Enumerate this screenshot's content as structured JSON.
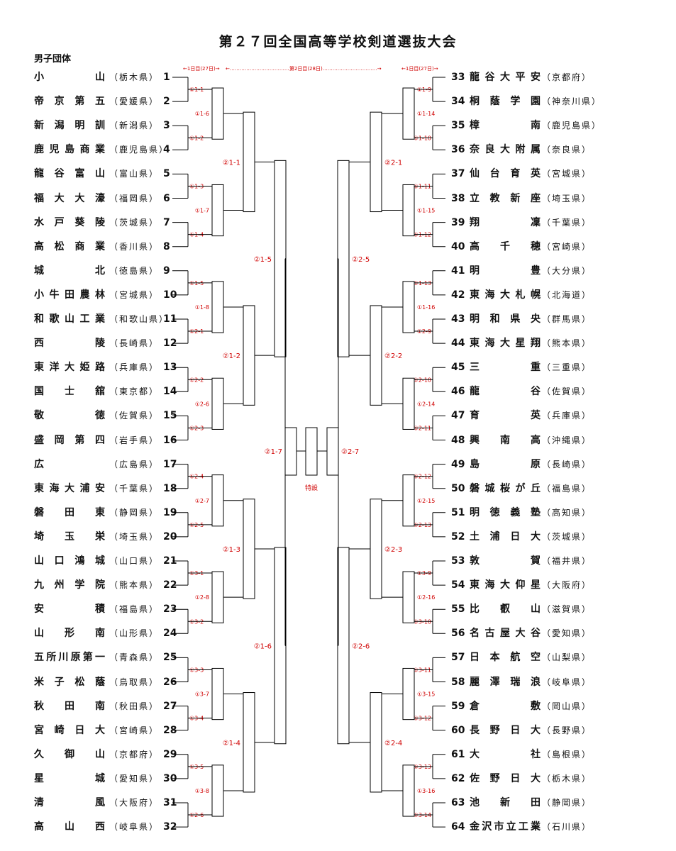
{
  "title": "第２７回全国高等学校剣道選抜大会",
  "category": "男子団体",
  "day_labels": {
    "left": "←1日目(27日)→",
    "center": "←………………………………第2日目(28日)……………………………→",
    "right": "←1日目(27日)→"
  },
  "special_label": "特設",
  "left_teams": [
    {
      "num": "1",
      "name": "小山",
      "pref": "（栃木県）"
    },
    {
      "num": "2",
      "name": "帝京第五",
      "pref": "（愛媛県）"
    },
    {
      "num": "3",
      "name": "新潟明訓",
      "pref": "（新潟県）"
    },
    {
      "num": "4",
      "name": "鹿児島商業",
      "pref": "（鹿児島県）"
    },
    {
      "num": "5",
      "name": "龍谷富山",
      "pref": "（富山県）"
    },
    {
      "num": "6",
      "name": "福大大濠",
      "pref": "（福岡県）"
    },
    {
      "num": "7",
      "name": "水戸葵陵",
      "pref": "（茨城県）"
    },
    {
      "num": "8",
      "name": "高松商業",
      "pref": "（香川県）"
    },
    {
      "num": "9",
      "name": "城北",
      "pref": "（徳島県）"
    },
    {
      "num": "10",
      "name": "小牛田農林",
      "pref": "（宮城県）"
    },
    {
      "num": "11",
      "name": "和歌山工業",
      "pref": "（和歌山県）"
    },
    {
      "num": "12",
      "name": "西陵",
      "pref": "（長崎県）"
    },
    {
      "num": "13",
      "name": "東洋大姫路",
      "pref": "（兵庫県）"
    },
    {
      "num": "14",
      "name": "国士舘",
      "pref": "（東京都）"
    },
    {
      "num": "15",
      "name": "敬徳",
      "pref": "（佐賀県）"
    },
    {
      "num": "16",
      "name": "盛岡第四",
      "pref": "（岩手県）"
    },
    {
      "num": "17",
      "name": "広",
      "pref": "（広島県）"
    },
    {
      "num": "18",
      "name": "東海大浦安",
      "pref": "（千葉県）"
    },
    {
      "num": "19",
      "name": "磐田東",
      "pref": "（静岡県）"
    },
    {
      "num": "20",
      "name": "埼玉栄",
      "pref": "（埼玉県）"
    },
    {
      "num": "21",
      "name": "山口鴻城",
      "pref": "（山口県）"
    },
    {
      "num": "22",
      "name": "九州学院",
      "pref": "（熊本県）"
    },
    {
      "num": "23",
      "name": "安積",
      "pref": "（福島県）"
    },
    {
      "num": "24",
      "name": "山形南",
      "pref": "（山形県）"
    },
    {
      "num": "25",
      "name": "五所川原第一",
      "pref": "（青森県）"
    },
    {
      "num": "26",
      "name": "米子松蔭",
      "pref": "（鳥取県）"
    },
    {
      "num": "27",
      "name": "秋田南",
      "pref": "（秋田県）"
    },
    {
      "num": "28",
      "name": "宮崎日大",
      "pref": "（宮崎県）"
    },
    {
      "num": "29",
      "name": "久御山",
      "pref": "（京都府）"
    },
    {
      "num": "30",
      "name": "星城",
      "pref": "（愛知県）"
    },
    {
      "num": "31",
      "name": "清風",
      "pref": "（大阪府）"
    },
    {
      "num": "32",
      "name": "高山西",
      "pref": "（岐阜県）"
    }
  ],
  "right_teams": [
    {
      "num": "33",
      "name": "龍谷大平安",
      "pref": "（京都府）"
    },
    {
      "num": "34",
      "name": "桐蔭学園",
      "pref": "（神奈川県）"
    },
    {
      "num": "35",
      "name": "樟南",
      "pref": "（鹿児島県）"
    },
    {
      "num": "36",
      "name": "奈良大附属",
      "pref": "（奈良県）"
    },
    {
      "num": "37",
      "name": "仙台育英",
      "pref": "（宮城県）"
    },
    {
      "num": "38",
      "name": "立教新座",
      "pref": "（埼玉県）"
    },
    {
      "num": "39",
      "name": "翔凜",
      "pref": "（千葉県）"
    },
    {
      "num": "40",
      "name": "高千穂",
      "pref": "（宮崎県）"
    },
    {
      "num": "41",
      "name": "明豊",
      "pref": "（大分県）"
    },
    {
      "num": "42",
      "name": "東海大札幌",
      "pref": "（北海道）"
    },
    {
      "num": "43",
      "name": "明和県央",
      "pref": "（群馬県）"
    },
    {
      "num": "44",
      "name": "東海大星翔",
      "pref": "（熊本県）"
    },
    {
      "num": "45",
      "name": "三重",
      "pref": "（三重県）"
    },
    {
      "num": "46",
      "name": "龍谷",
      "pref": "（佐賀県）"
    },
    {
      "num": "47",
      "name": "育英",
      "pref": "（兵庫県）"
    },
    {
      "num": "48",
      "name": "興南高",
      "pref": "（沖縄県）"
    },
    {
      "num": "49",
      "name": "島原",
      "pref": "（長崎県）"
    },
    {
      "num": "50",
      "name": "磐城桜が丘",
      "pref": "（福島県）"
    },
    {
      "num": "51",
      "name": "明徳義塾",
      "pref": "（高知県）"
    },
    {
      "num": "52",
      "name": "土浦日大",
      "pref": "（茨城県）"
    },
    {
      "num": "53",
      "name": "敦賀",
      "pref": "（福井県）"
    },
    {
      "num": "54",
      "name": "東海大仰星",
      "pref": "（大阪府）"
    },
    {
      "num": "55",
      "name": "比叡山",
      "pref": "（滋賀県）"
    },
    {
      "num": "56",
      "name": "名古屋大谷",
      "pref": "（愛知県）"
    },
    {
      "num": "57",
      "name": "日本航空",
      "pref": "（山梨県）"
    },
    {
      "num": "58",
      "name": "麗澤瑞浪",
      "pref": "（岐阜県）"
    },
    {
      "num": "59",
      "name": "倉敷",
      "pref": "（岡山県）"
    },
    {
      "num": "60",
      "name": "長野日大",
      "pref": "（長野県）"
    },
    {
      "num": "61",
      "name": "大社",
      "pref": "（島根県）"
    },
    {
      "num": "62",
      "name": "佐野日大",
      "pref": "（栃木県）"
    },
    {
      "num": "63",
      "name": "池新田",
      "pref": "（静岡県）"
    },
    {
      "num": "64",
      "name": "金沢市立工業",
      "pref": "（石川県）"
    }
  ],
  "left_r1_labels": [
    "①1-1",
    "①1-2",
    "①1-3",
    "①1-4",
    "①1-5",
    "①2-1",
    "①2-2",
    "①2-3",
    "①2-4",
    "①2-5",
    "①3-1",
    "①3-2",
    "①3-3",
    "①3-4",
    "①3-5",
    "①2-6"
  ],
  "left_r2_labels": [
    "①1-6",
    "①1-7",
    "①1-8",
    "①2-6",
    "①2-7",
    "①2-8",
    "①3-7",
    "①3-8"
  ],
  "left_r3_labels": [
    "②1-1",
    "②1-2",
    "②1-3",
    "②1-4"
  ],
  "left_r4_labels": [
    "②1-5",
    "②1-6"
  ],
  "left_final_label": "②1-7",
  "right_r1_labels": [
    "①1-9",
    "①1-10",
    "①1-11",
    "①1-12",
    "①1-13",
    "①2-9",
    "①2-10",
    "①2-11",
    "①2-12",
    "①2-13",
    "①3-9",
    "①3-10",
    "①3-11",
    "①3-12",
    "①3-13",
    "①3-14"
  ],
  "right_r2_labels": [
    "①1-14",
    "①1-15",
    "①1-16",
    "①2-14",
    "①2-15",
    "①2-16",
    "①3-15",
    "①3-16"
  ],
  "right_r3_labels": [
    "②2-1",
    "②2-2",
    "②2-3",
    "②2-4"
  ],
  "right_r4_labels": [
    "②2-5",
    "②2-6"
  ],
  "right_final_label": "②2-7"
}
